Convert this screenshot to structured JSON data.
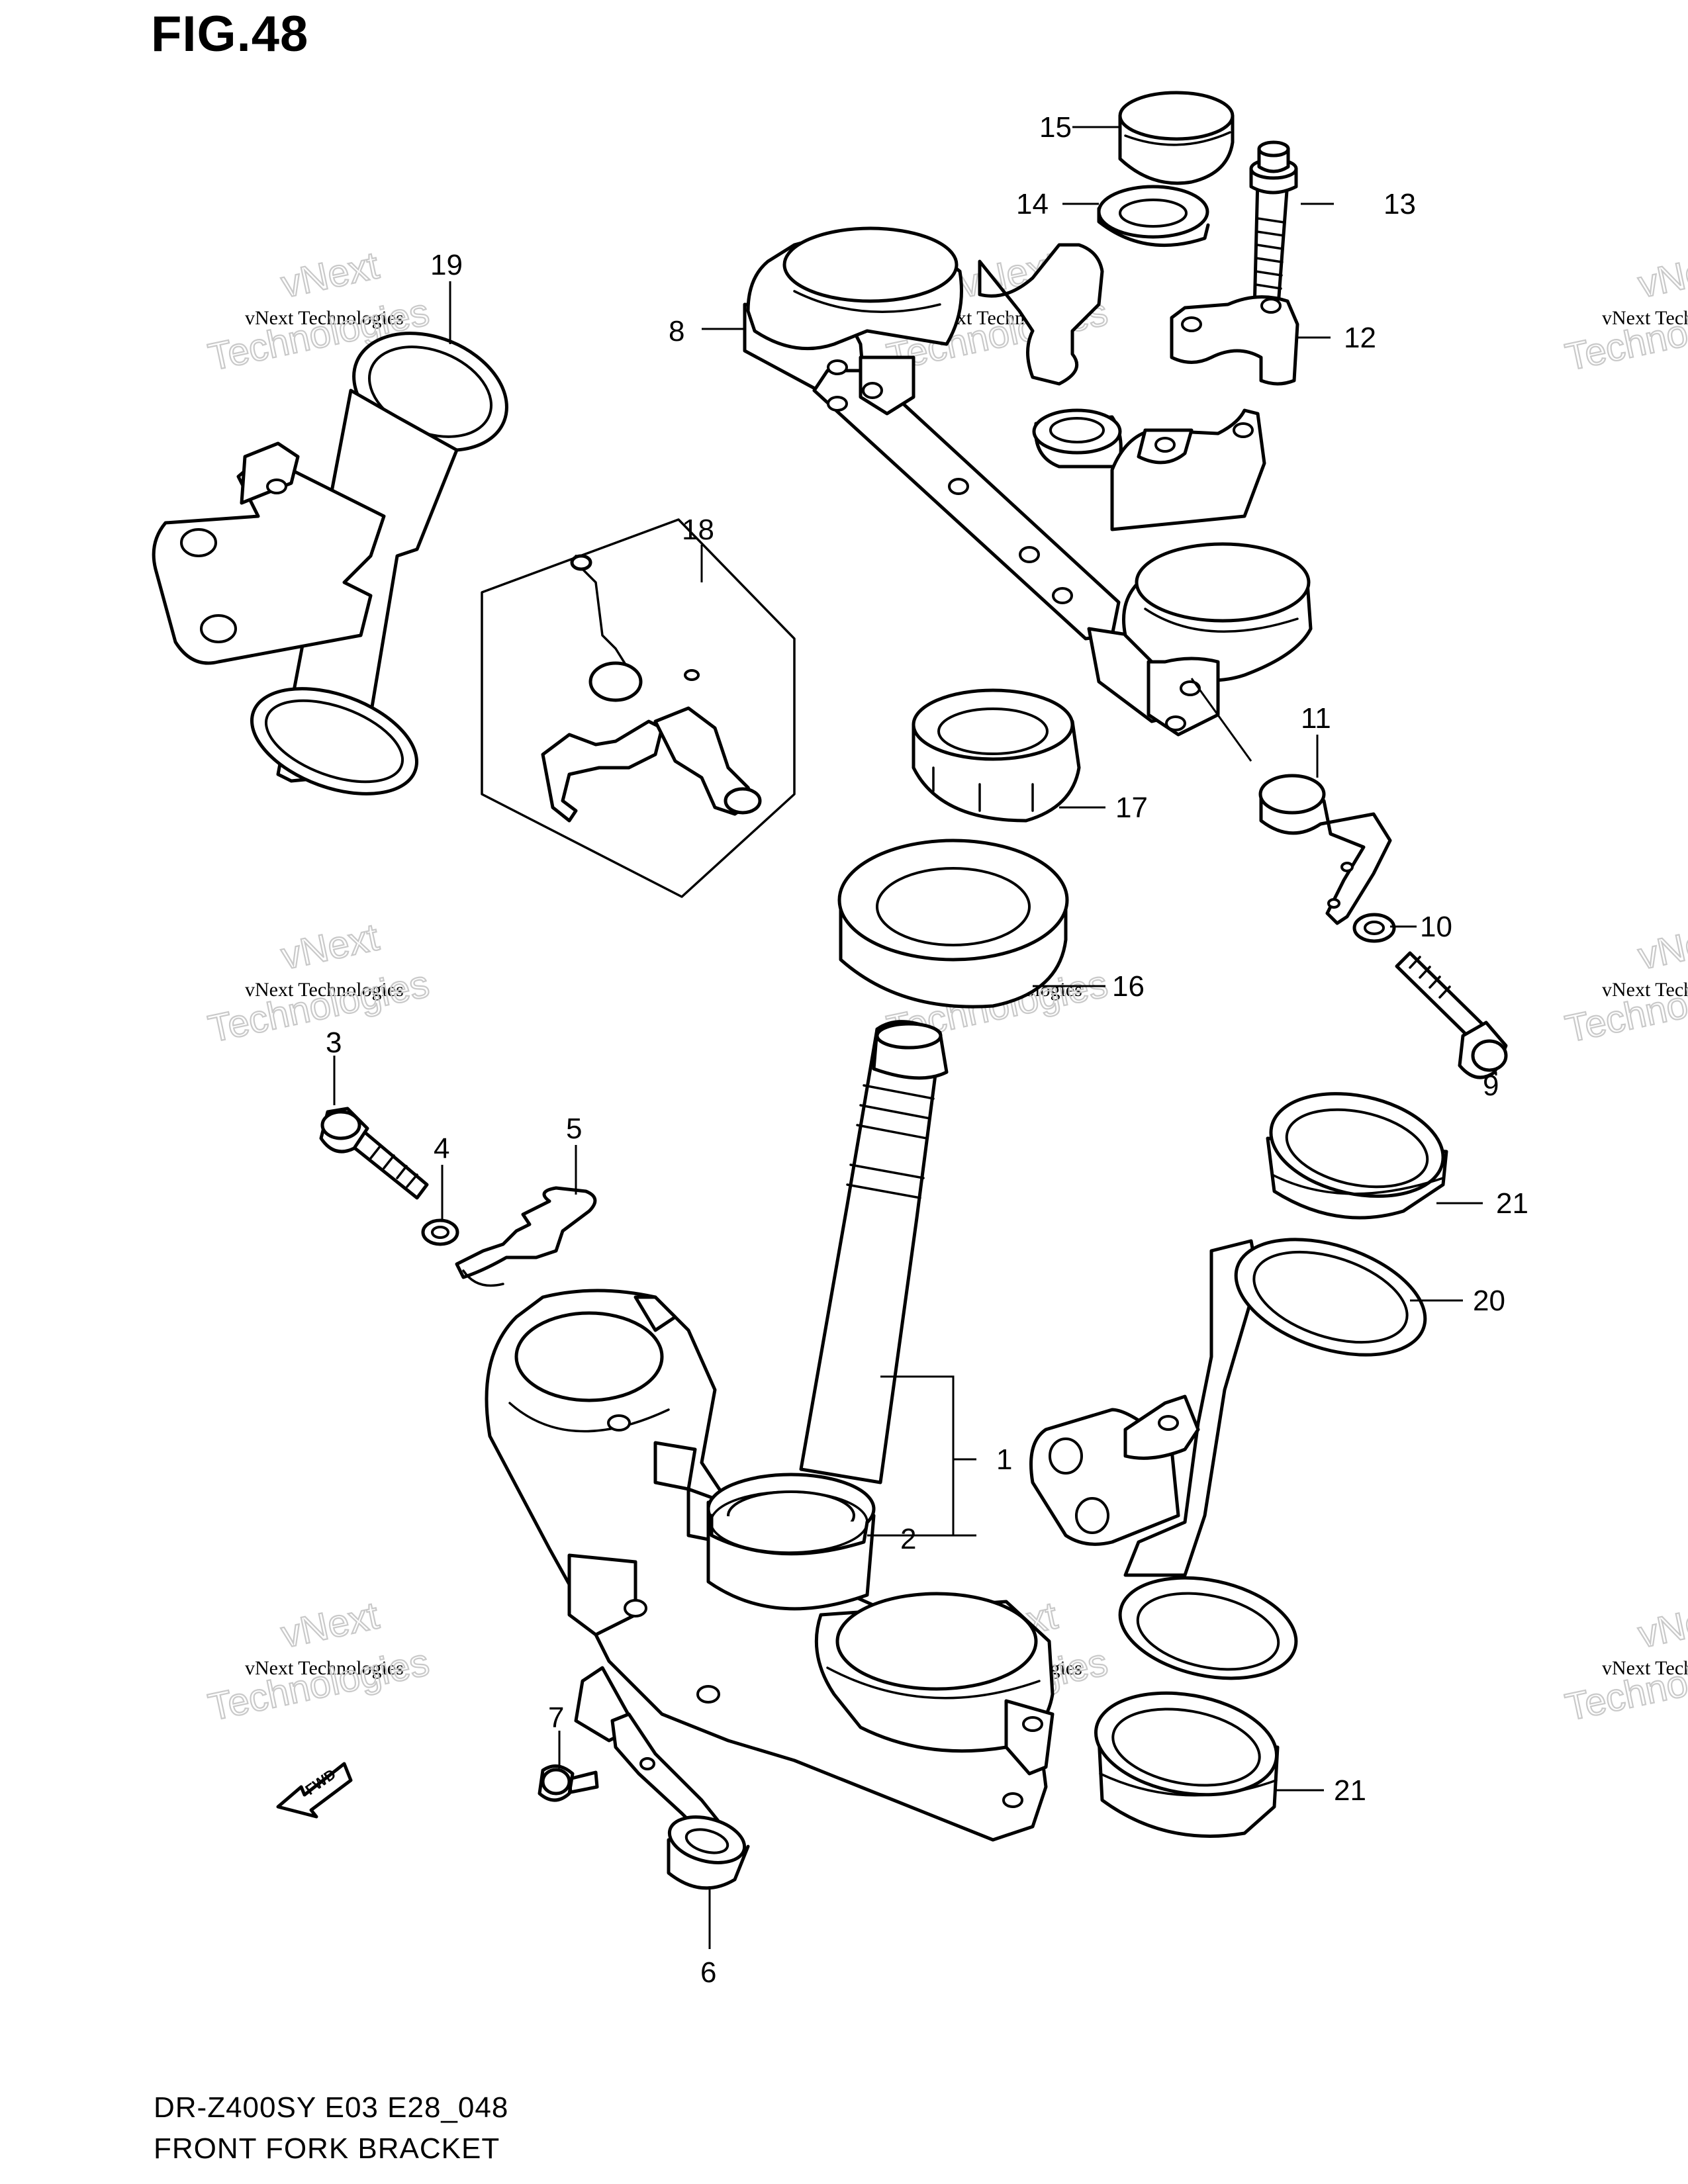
{
  "figure": {
    "title": "FIG.48"
  },
  "footer": {
    "model_code": "DR-Z400SY E03 E28_048",
    "diagram_name": "FRONT FORK BRACKET"
  },
  "watermark": {
    "line1": "vNext Technologies",
    "line2": "vNext",
    "line3": "Technologies"
  },
  "fwd_label": "FWD",
  "callouts": [
    {
      "id": "1",
      "label": "1"
    },
    {
      "id": "2",
      "label": "2"
    },
    {
      "id": "3",
      "label": "3"
    },
    {
      "id": "4",
      "label": "4"
    },
    {
      "id": "5",
      "label": "5"
    },
    {
      "id": "6",
      "label": "6"
    },
    {
      "id": "7",
      "label": "7"
    },
    {
      "id": "8",
      "label": "8"
    },
    {
      "id": "9",
      "label": "9"
    },
    {
      "id": "10",
      "label": "10"
    },
    {
      "id": "11",
      "label": "11"
    },
    {
      "id": "12",
      "label": "12"
    },
    {
      "id": "13",
      "label": "13"
    },
    {
      "id": "14",
      "label": "14"
    },
    {
      "id": "15",
      "label": "15"
    },
    {
      "id": "16",
      "label": "16"
    },
    {
      "id": "17",
      "label": "17"
    },
    {
      "id": "18",
      "label": "18"
    },
    {
      "id": "19",
      "label": "19"
    },
    {
      "id": "20",
      "label": "20"
    },
    {
      "id": "21a",
      "label": "21"
    },
    {
      "id": "21b",
      "label": "21"
    }
  ]
}
